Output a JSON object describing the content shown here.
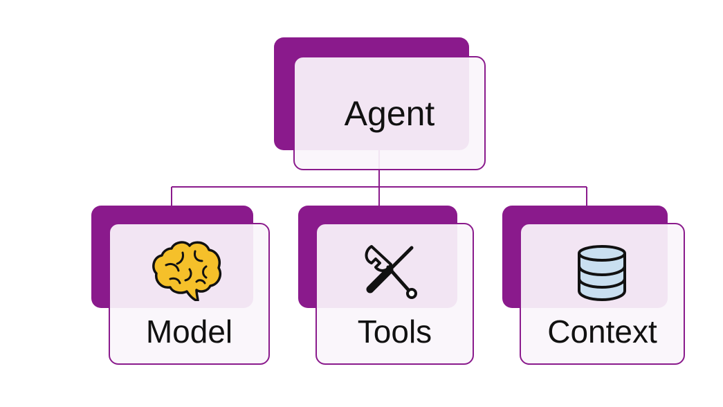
{
  "diagram": {
    "root": {
      "label": "Agent"
    },
    "children": [
      {
        "label": "Model",
        "icon": "brain-icon"
      },
      {
        "label": "Tools",
        "icon": "wrench-screwdriver-icon"
      },
      {
        "label": "Context",
        "icon": "database-icon"
      }
    ],
    "colors": {
      "accent": "#8a1a8c",
      "card_fill": "#faf5fb",
      "brain": "#f5c02a",
      "database": "#c9dff0",
      "text": "#111111"
    }
  }
}
